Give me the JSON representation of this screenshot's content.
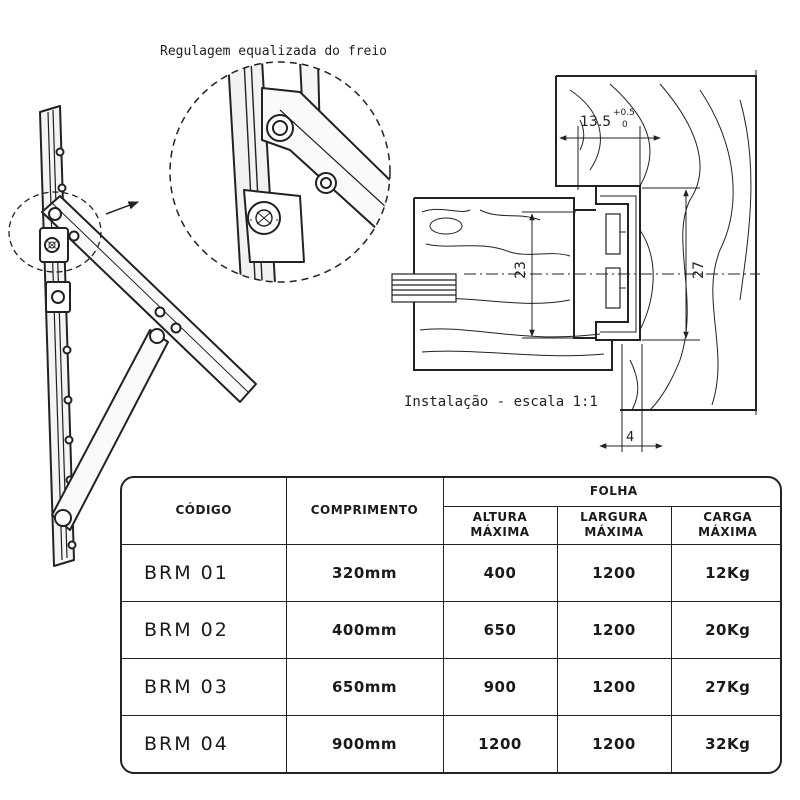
{
  "labels": {
    "callout": "Regulagem equalizada do freio",
    "installation": "Instalação  - escala 1:1"
  },
  "dimensions": {
    "top_value": "13.5",
    "top_tol_upper": "+0.5",
    "top_tol_lower": "0",
    "height_inner": "23",
    "height_outer": "27",
    "gap": "4"
  },
  "table": {
    "headers": {
      "code": "CÓDIGO",
      "length": "COMPRIMENTO",
      "group": "FOLHA",
      "height_line1": "ALTURA",
      "height_line2": "MÁXIMA",
      "width_line1": "LARGURA",
      "width_line2": "MÁXIMA",
      "load_line1": "CARGA",
      "load_line2": "MÁXIMA"
    },
    "rows": [
      {
        "code": "BRM 01",
        "length": "320mm",
        "height": "400",
        "width": "1200",
        "load": "12Kg"
      },
      {
        "code": "BRM 02",
        "length": "400mm",
        "height": "650",
        "width": "1200",
        "load": "20Kg"
      },
      {
        "code": "BRM 03",
        "length": "650mm",
        "height": "900",
        "width": "1200",
        "load": "27Kg"
      },
      {
        "code": "BRM 04",
        "length": "900mm",
        "height": "1200",
        "width": "1200",
        "load": "32Kg"
      }
    ]
  }
}
